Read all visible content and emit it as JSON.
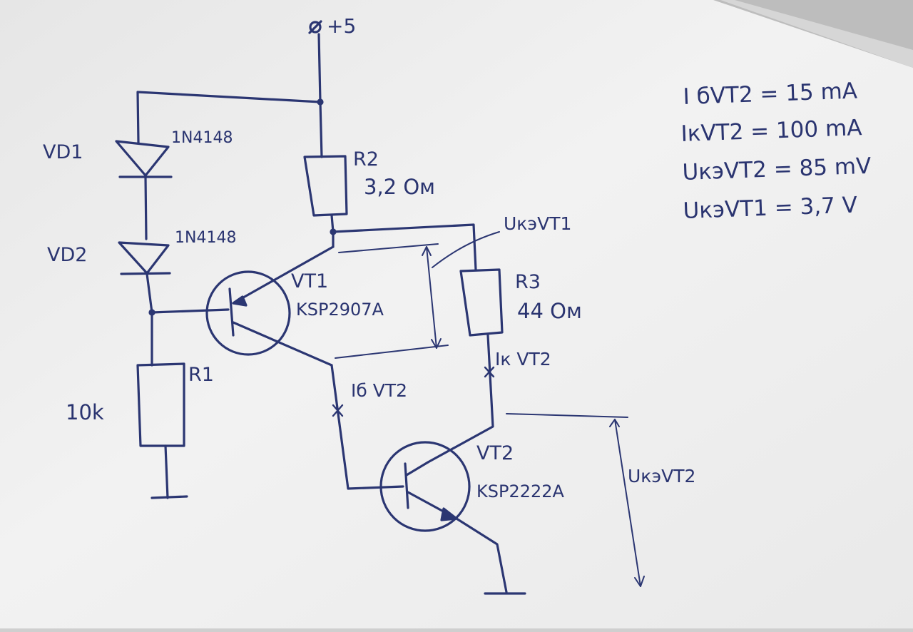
{
  "colors": {
    "ink": "#2b3672",
    "paper": "#f1f1f1",
    "shadow": "#c9c9c9"
  },
  "labels": {
    "supply": "+5",
    "vd1": "VD1",
    "vd1_part": "1N4148",
    "vd2": "VD2",
    "vd2_part": "1N4148",
    "r1": "R1",
    "r1_value": "10k",
    "r2": "R2",
    "r2_value": "3,2 Ом",
    "r3": "R3",
    "r3_value": "44 Ом",
    "vt1": "VT1",
    "vt1_part": "KSP2907A",
    "vt2": "VT2",
    "vt2_part": "KSP2222A",
    "ukevt1_label": "UкэVT1",
    "ib_vt2_label": "Iб VT2",
    "ik_vt2_label": "Iк VT2",
    "ukevt2_label": "UкэVT2"
  },
  "notes": [
    "I бVT2 = 15 mA",
    "IкVT2 = 100 mA",
    "UкэVT2 = 85 mV",
    "UкэVT1 = 3,7 V"
  ]
}
